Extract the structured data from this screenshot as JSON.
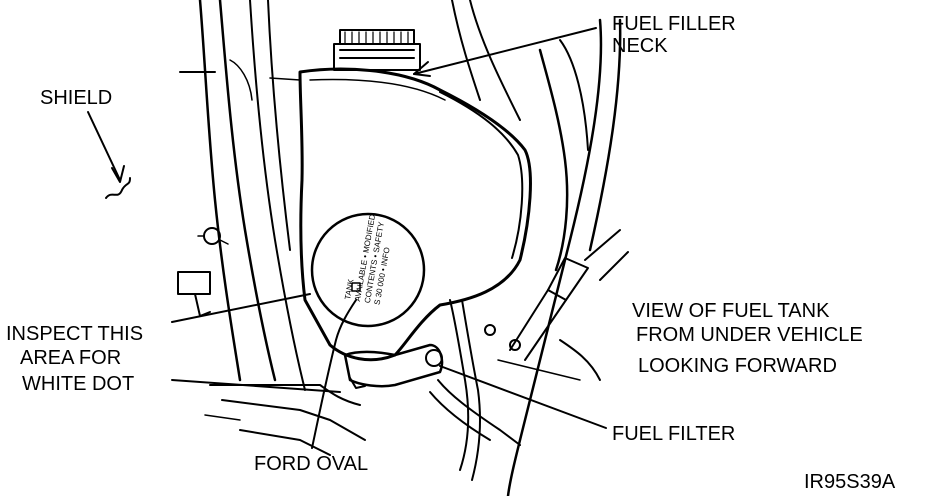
{
  "labels": {
    "shield": "SHIELD",
    "fuel_filler_neck_line1": "FUEL FILLER",
    "fuel_filler_neck_line2": "NECK",
    "view_line1": "VIEW OF FUEL TANK",
    "view_line2": "FROM UNDER VEHICLE",
    "view_line3": "LOOKING FORWARD",
    "inspect_line1": "INSPECT THIS",
    "inspect_line2": "AREA FOR",
    "inspect_line3": "WHITE DOT",
    "ford_oval": "FORD OVAL",
    "fuel_filter": "FUEL FILTER",
    "figure_id": "IR95S39A"
  }
}
